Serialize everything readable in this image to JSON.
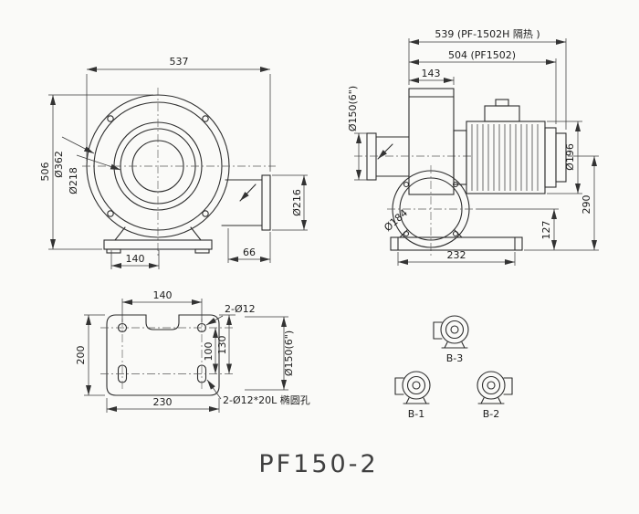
{
  "page": {
    "title": "PF150-2"
  },
  "front_view": {
    "dims": {
      "overall_width": "537",
      "overall_height": "506",
      "housing_dia": "Ø362",
      "inlet_ring_dia": "Ø218",
      "foot_pitch": "140",
      "outlet_length": "66",
      "outlet_dia": "Ø216"
    }
  },
  "side_view": {
    "dims": {
      "length_insulated": "539 (PF-1502H 隔热 )",
      "length": "504 (PF1502)",
      "casing_width": "143",
      "inlet_dia": "Ø150(6\")",
      "motor_dia": "Ø196",
      "center_height": "290",
      "base_height": "127",
      "pedestal_dia": "Ø184",
      "base_width": "232"
    }
  },
  "base_view": {
    "dims": {
      "hole_pitch": "140",
      "plate_depth": "200",
      "plate_width": "230",
      "round_holes": "2-Ø12",
      "row_pitch": "100",
      "edge_pitch": "130",
      "slot_holes": "2-Ø12*20L 椭圆孔",
      "inlet_dia": "Ø150(6\")"
    }
  },
  "variants": {
    "b1": "B-1",
    "b2": "B-2",
    "b3": "B-3"
  }
}
